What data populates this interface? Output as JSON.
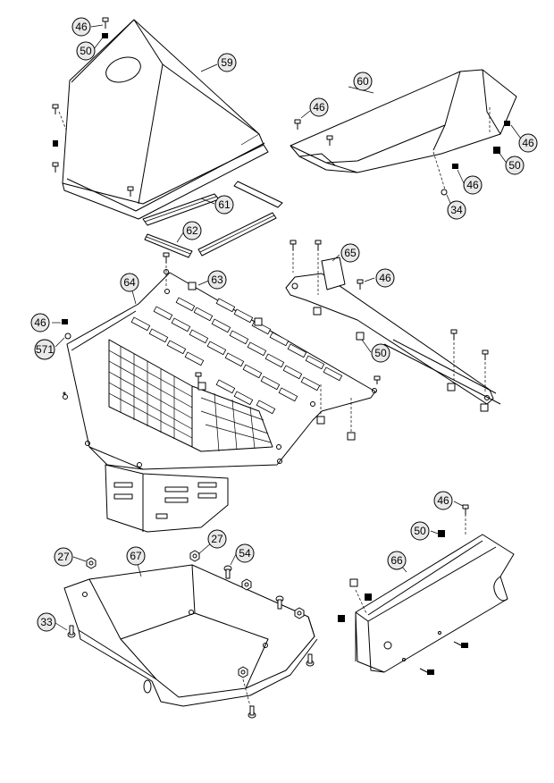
{
  "callouts": [
    {
      "id": "c-46-a",
      "label": "46"
    },
    {
      "id": "c-50-a",
      "label": "50"
    },
    {
      "id": "c-59",
      "label": "59"
    },
    {
      "id": "c-60",
      "label": "60"
    },
    {
      "id": "c-46-b",
      "label": "46"
    },
    {
      "id": "c-46-c",
      "label": "46"
    },
    {
      "id": "c-50-b",
      "label": "50"
    },
    {
      "id": "c-46-d",
      "label": "46"
    },
    {
      "id": "c-34",
      "label": "34"
    },
    {
      "id": "c-61",
      "label": "61"
    },
    {
      "id": "c-62",
      "label": "62"
    },
    {
      "id": "c-65",
      "label": "65"
    },
    {
      "id": "c-64",
      "label": "64"
    },
    {
      "id": "c-63",
      "label": "63"
    },
    {
      "id": "c-46-e",
      "label": "46"
    },
    {
      "id": "c-46-f",
      "label": "46"
    },
    {
      "id": "c-571",
      "label": "571"
    },
    {
      "id": "c-50-c",
      "label": "50"
    },
    {
      "id": "c-27-a",
      "label": "27"
    },
    {
      "id": "c-27-b",
      "label": "27"
    },
    {
      "id": "c-67",
      "label": "67"
    },
    {
      "id": "c-54",
      "label": "54"
    },
    {
      "id": "c-33",
      "label": "33"
    },
    {
      "id": "c-46-g",
      "label": "46"
    },
    {
      "id": "c-50-d",
      "label": "50"
    },
    {
      "id": "c-66",
      "label": "66"
    }
  ]
}
